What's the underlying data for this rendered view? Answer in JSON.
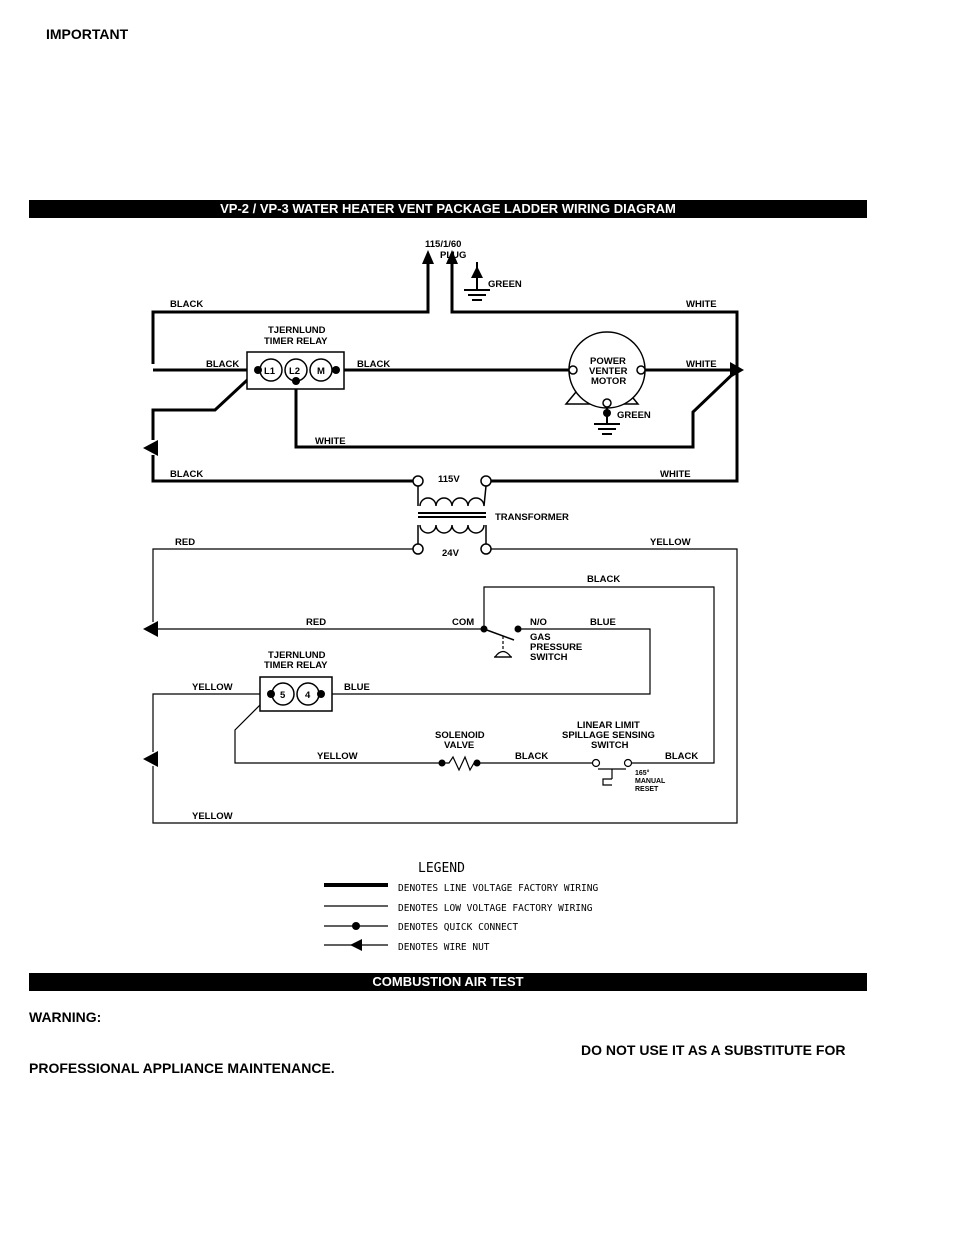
{
  "page": {
    "important": "IMPORTANT",
    "warning": "WARNING:",
    "caution_line1": "DO NOT USE IT AS A SUBSTITUTE FOR",
    "caution_line2": "PROFESSIONAL APPLIANCE MAINTENANCE."
  },
  "diagram": {
    "title": "VP-2 / VP-3 WATER HEATER VENT PACKAGE LADDER WIRING DIAGRAM",
    "power": {
      "rating": "115/1/60",
      "plug": "PLUG",
      "ground": "GREEN"
    },
    "wire_labels": {
      "black": "BLACK",
      "white": "WHITE",
      "red": "RED",
      "yellow": "YELLOW",
      "blue": "BLUE",
      "green": "GREEN"
    },
    "relay_top": {
      "line1": "TJERNLUND",
      "line2": "TIMER  RELAY",
      "terminals": [
        "L1",
        "L2",
        "M"
      ]
    },
    "motor": {
      "line1": "POWER",
      "line2": "VENTER",
      "line3": "MOTOR"
    },
    "transformer": {
      "primary": "115V",
      "secondary": "24V",
      "label": "TRANSFORMER"
    },
    "gas_switch": {
      "com": "COM",
      "no": "N/O",
      "line1": "GAS",
      "line2": "PRESSURE",
      "line3": "SWITCH"
    },
    "relay_bottom": {
      "line1": "TJERNLUND",
      "line2": "TIMER  RELAY",
      "terminals": [
        "5",
        "4"
      ]
    },
    "solenoid": {
      "line1": "SOLENOID",
      "line2": "VALVE"
    },
    "limit_switch": {
      "line1": "LINEAR  LIMIT",
      "line2": "SPILLAGE  SENSING",
      "line3": "SWITCH",
      "note1": "165°",
      "note2": "MANUAL",
      "note3": "RESET"
    }
  },
  "legend": {
    "title": "LEGEND",
    "items": [
      "DENOTES  LINE  VOLTAGE  FACTORY  WIRING",
      "DENOTES  LOW  VOLTAGE  FACTORY  WIRING",
      "DENOTES  QUICK  CONNECT",
      "DENOTES  WIRE  NUT"
    ]
  },
  "combustion": {
    "title": "COMBUSTION AIR TEST"
  }
}
